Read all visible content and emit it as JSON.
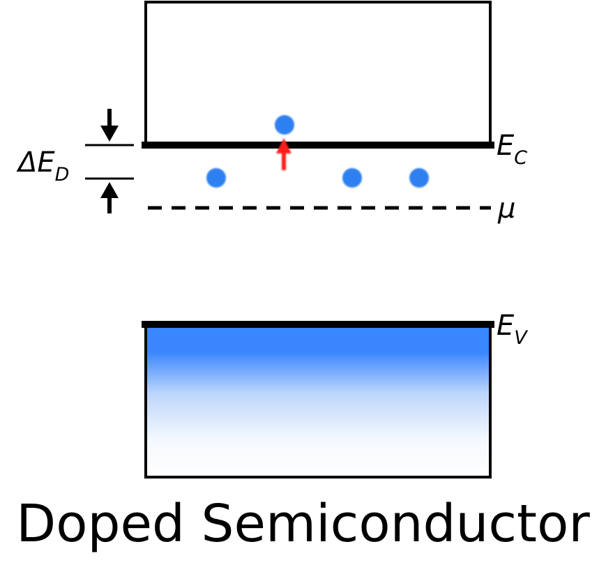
{
  "labels": {
    "donor_gap": "ΔE",
    "donor_gap_sub": "D",
    "conduction_edge": "E",
    "conduction_edge_sub": "C",
    "chemical_potential": "μ",
    "valence_edge": "E",
    "valence_edge_sub": "V"
  },
  "caption": "Doped Semiconductor",
  "colors": {
    "band_edge": "#000000",
    "donor_level": "#ff1a1a",
    "electron": "#2f80f0",
    "excitation_arrow": "#ff1a1a",
    "valence_fill": "#3a86ff"
  },
  "counts": {
    "donor_electrons": 3,
    "excited_electrons": 1
  }
}
